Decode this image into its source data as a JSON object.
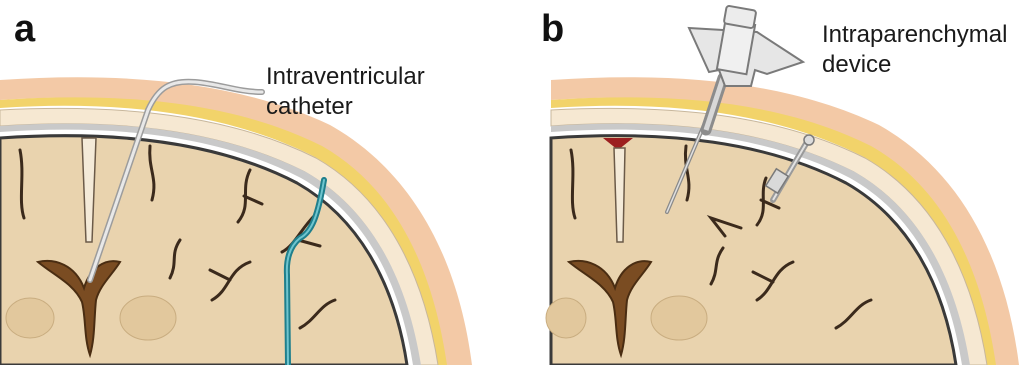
{
  "panels": [
    {
      "letter": "a",
      "label_line1": "Intraventricular",
      "label_line2": "catheter",
      "device": "intraventricular-catheter"
    },
    {
      "letter": "b",
      "label_line1": "Intraparenchymal",
      "label_line2": "device",
      "device": "intraparenchymal-device"
    }
  ],
  "colors": {
    "background": "#ffffff",
    "skin": "#f3c9a6",
    "fat": "#f2d36a",
    "bone": "#f6e8d2",
    "dura": "#c9c9c9",
    "cortex_outline": "#3a3a3a",
    "brain": "#e9d3ae",
    "ventricle": "#7a4c22",
    "sulci": "#3b2a1c",
    "catheter": "#cfcfcf",
    "drain_tube": "#1f7f8c",
    "device_metal": "#b5b5b5",
    "red_sinus": "#9c1f1f"
  }
}
